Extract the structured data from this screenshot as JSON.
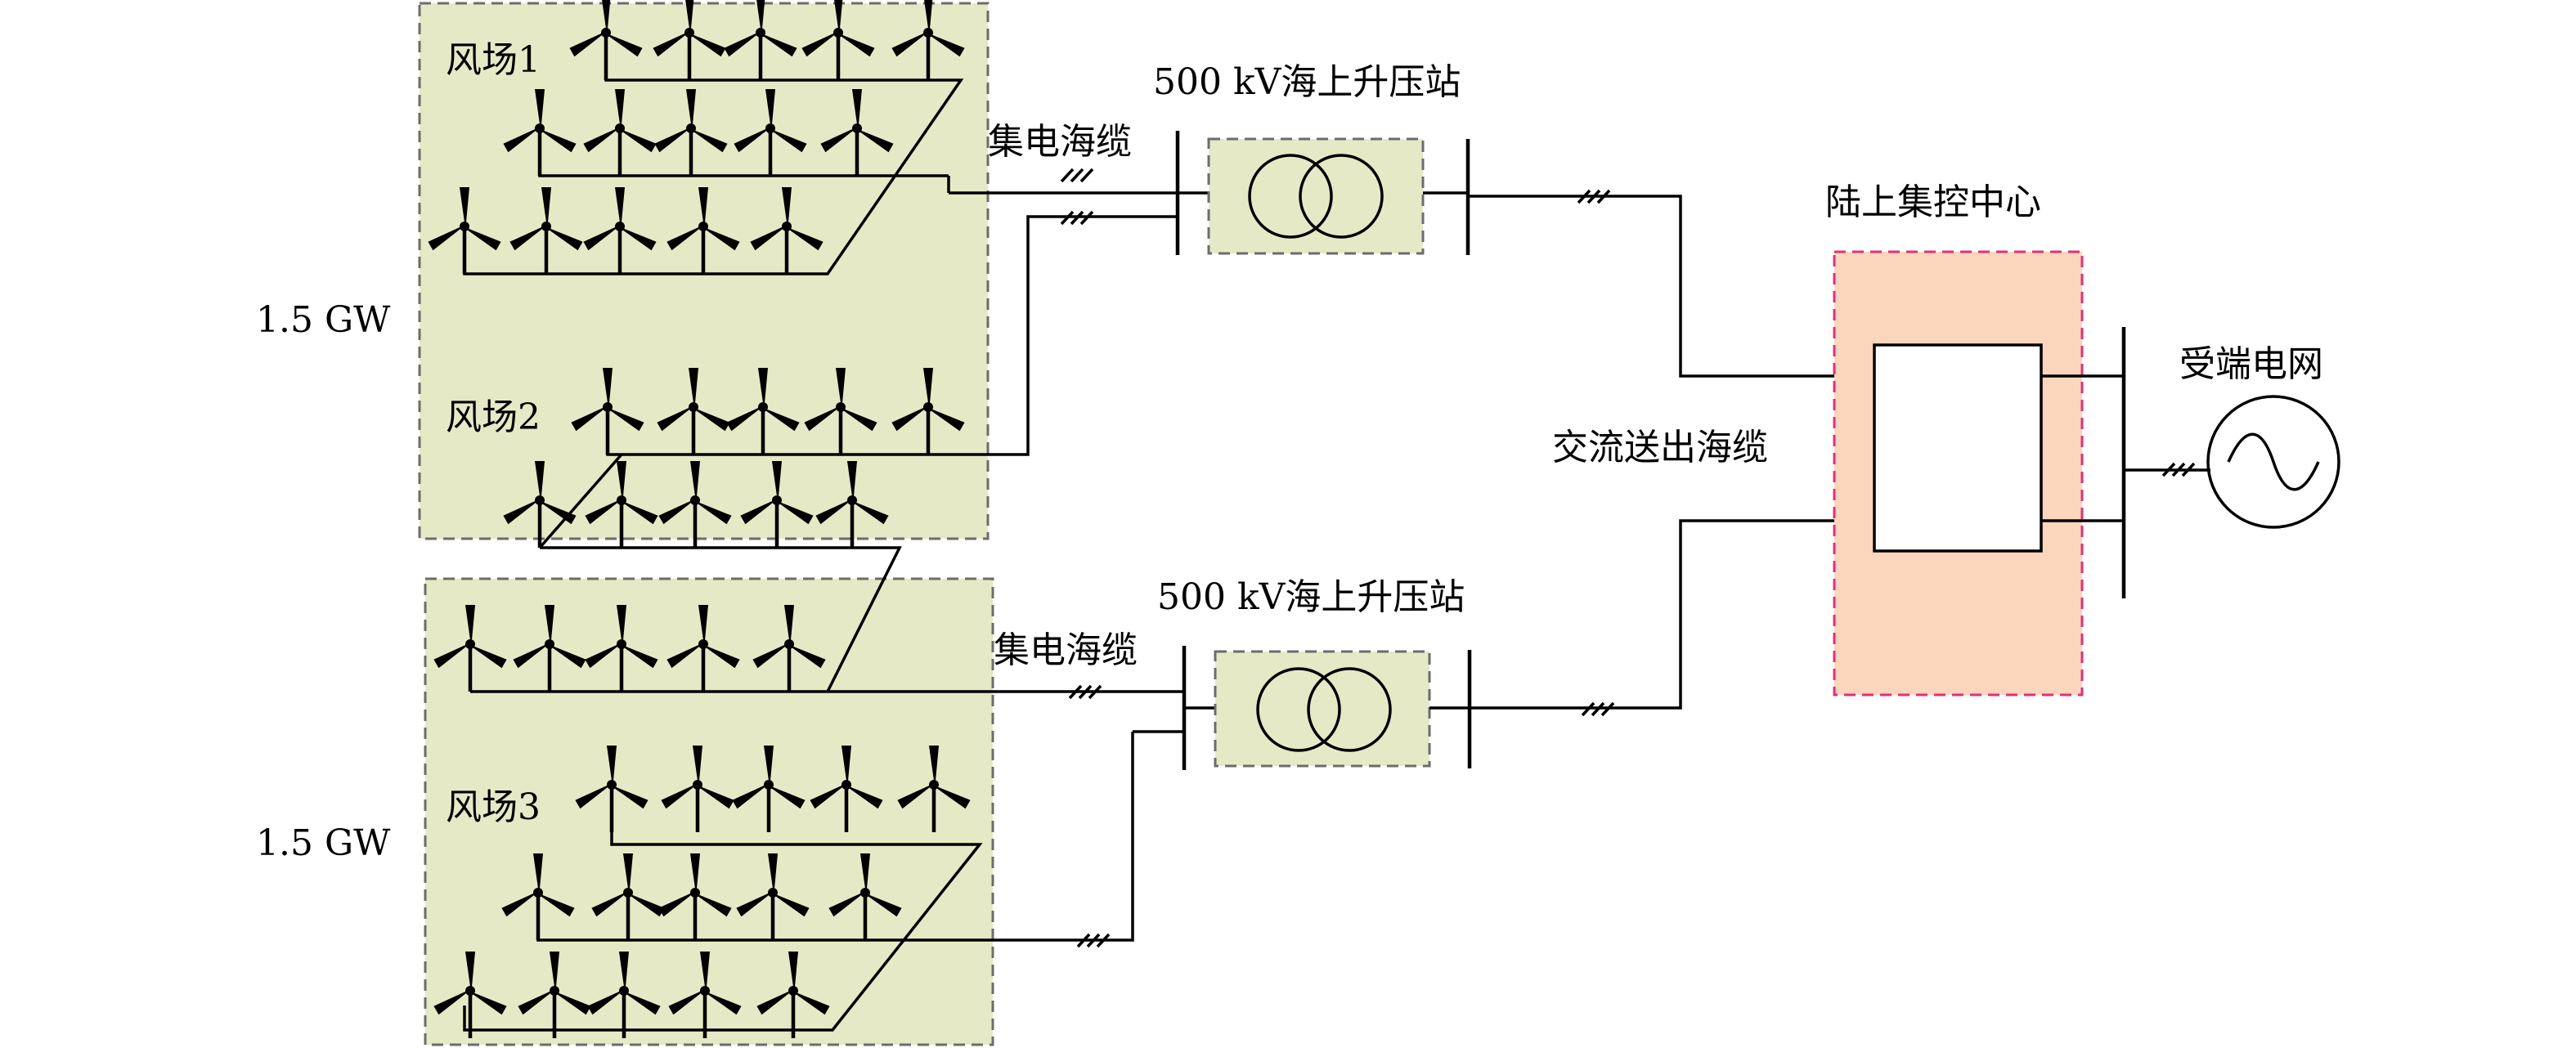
{
  "diagram": {
    "farms": [
      {
        "name": "风场1"
      },
      {
        "name": "风场2"
      },
      {
        "name": "风场3"
      }
    ],
    "capacities": [
      "1.5 GW",
      "1.5 GW"
    ],
    "collection_cable_label": "集电海缆",
    "offshore_substation_label": "500 kV海上升压站",
    "export_cable_label": "交流送出海缆",
    "control_center_label": "陆上集控中心",
    "receiving_grid_label": "受端电网",
    "colors": {
      "farm_fill": "#e6e9c6",
      "control_fill": "#fcd5bd",
      "control_border": "#e0307a",
      "line": "#000000"
    }
  }
}
